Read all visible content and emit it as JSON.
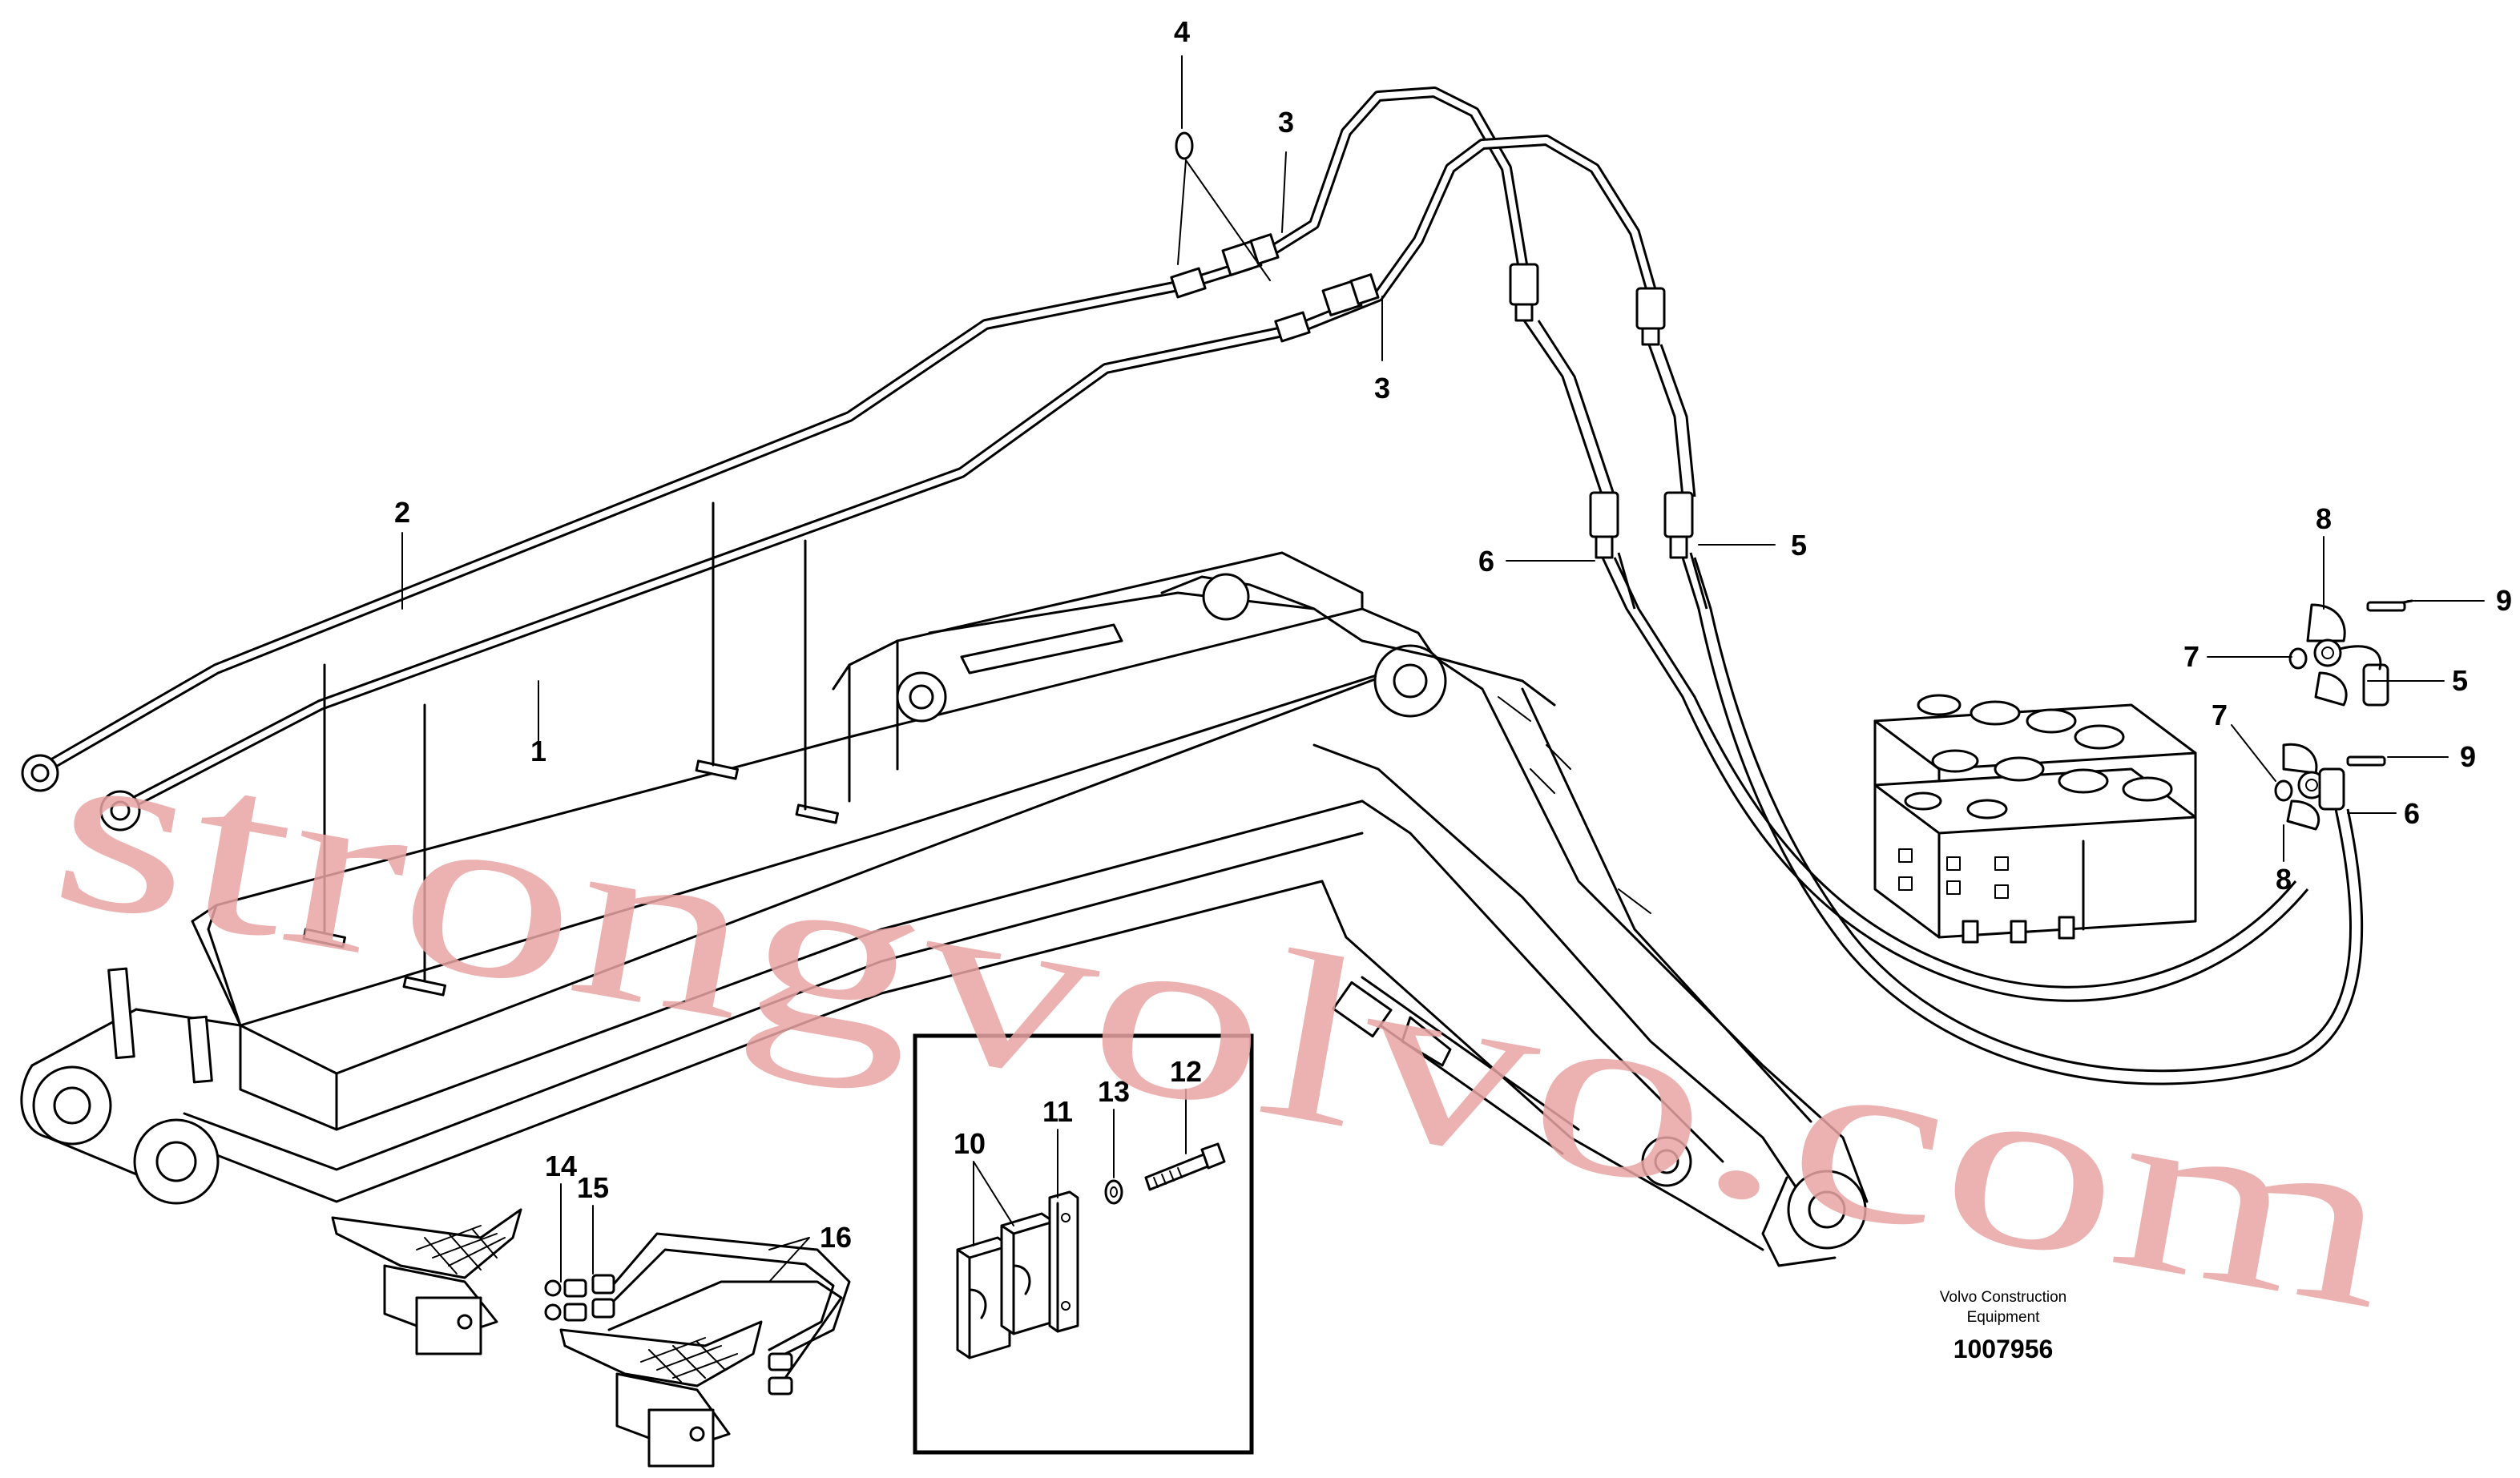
{
  "diagram": {
    "labels": [
      "1",
      "2",
      "3",
      "3",
      "4",
      "5",
      "5",
      "6",
      "6",
      "7",
      "7",
      "8",
      "8",
      "9",
      "9",
      "10",
      "11",
      "12",
      "13",
      "14",
      "15",
      "16"
    ],
    "footer": {
      "company_line1": "Volvo Construction",
      "company_line2": "Equipment",
      "drawing_number": "1007956"
    },
    "watermark": "strongvolvo.com",
    "line_color": "#000000",
    "watermark_color": "#e9a5a5"
  }
}
